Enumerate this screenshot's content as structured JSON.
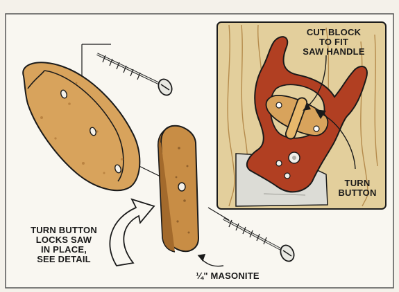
{
  "labels": {
    "cut_block": [
      "CUT BLOCK",
      "TO FIT",
      "SAW HANDLE"
    ],
    "turn_button": [
      "TURN",
      "BUTTON"
    ],
    "locks_saw": [
      "TURN BUTTON",
      "LOCKS SAW",
      "IN PLACE,",
      "SEE DETAIL"
    ],
    "masonite": "¼\" MASONITE"
  },
  "colors": {
    "paper": "#f4f1ea",
    "outline": "#1a1a1a",
    "wood_light": "#d8a35c",
    "wood_mid": "#c88d45",
    "wood_dark": "#a36a2c",
    "detail_bg": "#e3cf9c",
    "saw_handle": "#b13f22",
    "saw_blade": "#dcdcd6"
  }
}
